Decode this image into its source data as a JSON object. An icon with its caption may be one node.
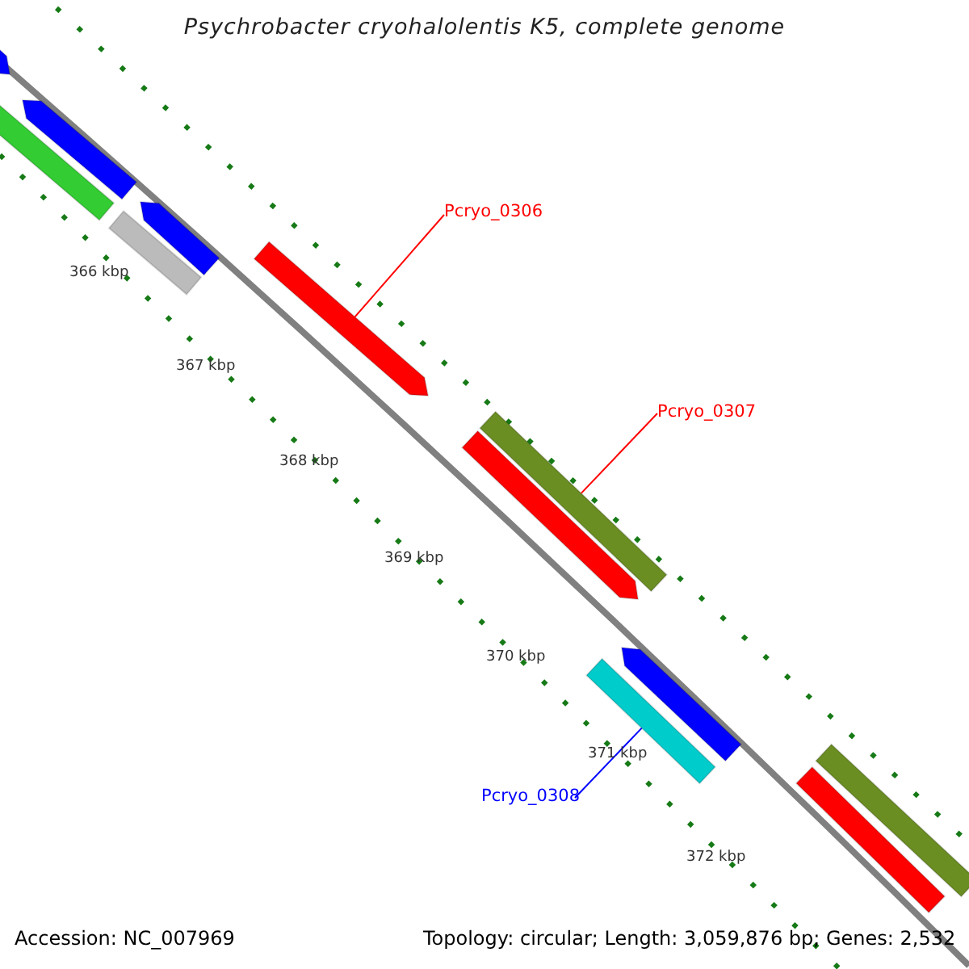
{
  "diagram": {
    "title": "Psychrobacter cryohalolentis K5, complete genome",
    "nodes": [
      {
        "text": [],
        "shape": "bar"
      },
      {
        "text": [],
        "shape": "bar"
      },
      {
        "text": [],
        "shape": "bar"
      },
      {
        "text": [],
        "shape": "bar"
      },
      {
        "text": [],
        "shape": "bar"
      },
      {
        "text": [
          "Pcryo_0306"
        ]
      },
      {
        "text": [],
        "shape": "bar"
      },
      {
        "text": [
          "Pcryo_0307"
        ]
      },
      {
        "text": [],
        "shape": "bar"
      },
      {
        "text": [],
        "shape": "bar"
      },
      {
        "text": [],
        "shape": "bar"
      },
      {
        "text": [],
        "shape": "bar"
      },
      {
        "text": [
          "Pcryo_0308"
        ]
      },
      {
        "text": [],
        "shape": "bar"
      },
      {
        "text": [],
        "shape": "bar"
      }
    ],
    "edges": [
      {
        "from": 5,
        "to": 6,
        "arrow": "none"
      },
      {
        "from": 7,
        "to": 8,
        "arrow": "none"
      },
      {
        "from": 12,
        "to": 11,
        "arrow": "none",
        "color": "#0000ff"
      }
    ],
    "labels": [
      "366 kbp",
      "367 kbp",
      "368 kbp",
      "369 kbp",
      "370 kbp",
      "371 kbp",
      "372 kbp",
      "Accession: NC_007969",
      "Topology: circular; Length: 3,059,876 bp; Genes: 2,532"
    ]
  }
}
